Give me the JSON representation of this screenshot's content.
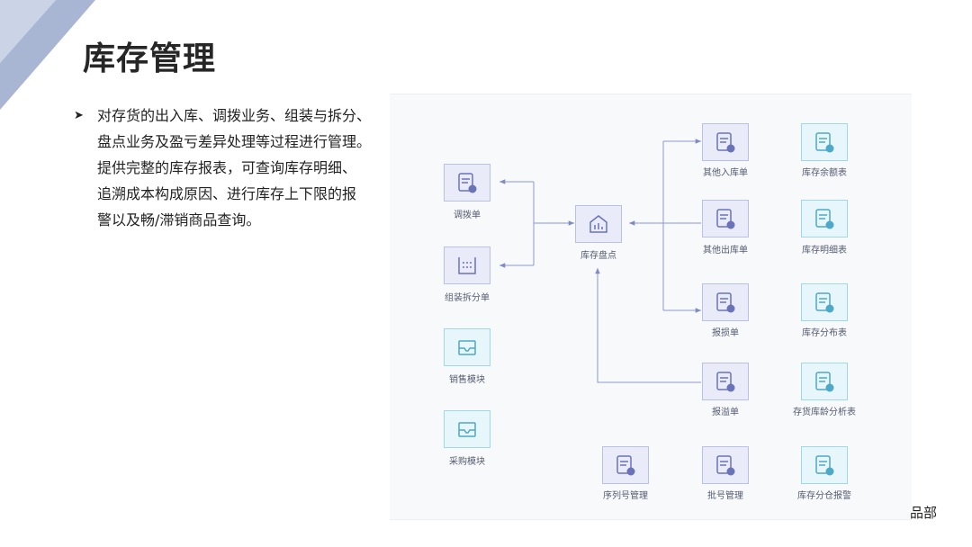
{
  "slide": {
    "title": "库存管理",
    "bullet_lines": [
      "对存货的出入库、调拨业务、组装与拆分、",
      "盘点业务及盈亏差异处理等过程进行管理。",
      "提供完整的库存报表，可查询库存明细、",
      "追溯成本构成原因、进行库存上下限的报",
      "警以及畅/滞销商品查询。"
    ],
    "footer_text": "品部"
  },
  "diagram": {
    "nodes": {
      "transfer": {
        "label": "调拨单",
        "icon": "doc-edit-icon"
      },
      "assembly": {
        "label": "组装拆分单",
        "icon": "assembly-icon"
      },
      "sales": {
        "label": "销售模块",
        "icon": "inbox-icon"
      },
      "purchase": {
        "label": "采购模块",
        "icon": "inbox-icon"
      },
      "stocktake": {
        "label": "库存盘点",
        "icon": "warehouse-icon"
      },
      "other_in": {
        "label": "其他入库单",
        "icon": "doc-in-icon"
      },
      "other_out": {
        "label": "其他出库单",
        "icon": "doc-out-icon"
      },
      "loss": {
        "label": "报损单",
        "icon": "doc-loss-icon"
      },
      "overflow": {
        "label": "报溢单",
        "icon": "doc-overflow-icon"
      },
      "serial": {
        "label": "序列号管理",
        "icon": "doc-check-icon"
      },
      "batch": {
        "label": "批号管理",
        "icon": "doc-check-icon"
      },
      "balance_report": {
        "label": "库存余额表",
        "icon": "report-icon"
      },
      "detail_report": {
        "label": "库存明细表",
        "icon": "report-icon"
      },
      "distribution_report": {
        "label": "库存分布表",
        "icon": "report-icon"
      },
      "age_report": {
        "label": "存货库龄分析表",
        "icon": "report-chart-icon"
      },
      "alert_report": {
        "label": "库存分仓报警",
        "icon": "report-alert-icon"
      }
    }
  }
}
